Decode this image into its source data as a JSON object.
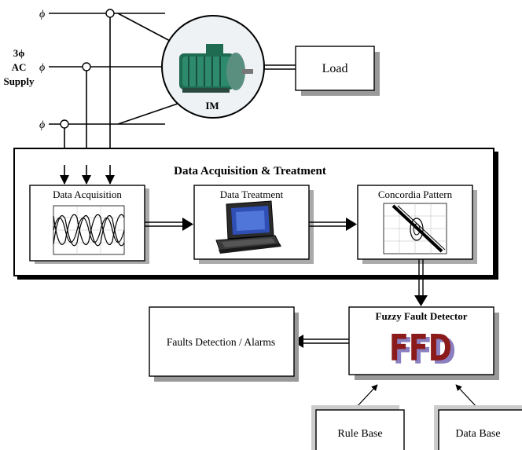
{
  "supply": {
    "phase_symbol": "ϕ",
    "label_line1": "3ϕ",
    "label_line2": "AC",
    "label_line3": "Supply"
  },
  "motor": {
    "label": "IM"
  },
  "load": {
    "label": "Load"
  },
  "acquisition_block": {
    "title": "Data Acquisition & Treatment",
    "stages": [
      {
        "label": "Data Acquisition"
      },
      {
        "label": "Data Treatment"
      },
      {
        "label": "Concordia Pattern"
      }
    ]
  },
  "detector": {
    "title": "Fuzzy Fault Detector",
    "logo_text": "FFD"
  },
  "output": {
    "label": "Faults Detection / Alarms"
  },
  "knowledge": {
    "rule_base": "Rule Base",
    "data_base": "Data Base"
  },
  "colors": {
    "logo_fill": "#8b1a1a",
    "logo_shadow": "#8a7fc0",
    "box_shadow": "#9a9a9a",
    "motor_body": "#1f6b52",
    "motor_ring": "#eef2f4"
  }
}
